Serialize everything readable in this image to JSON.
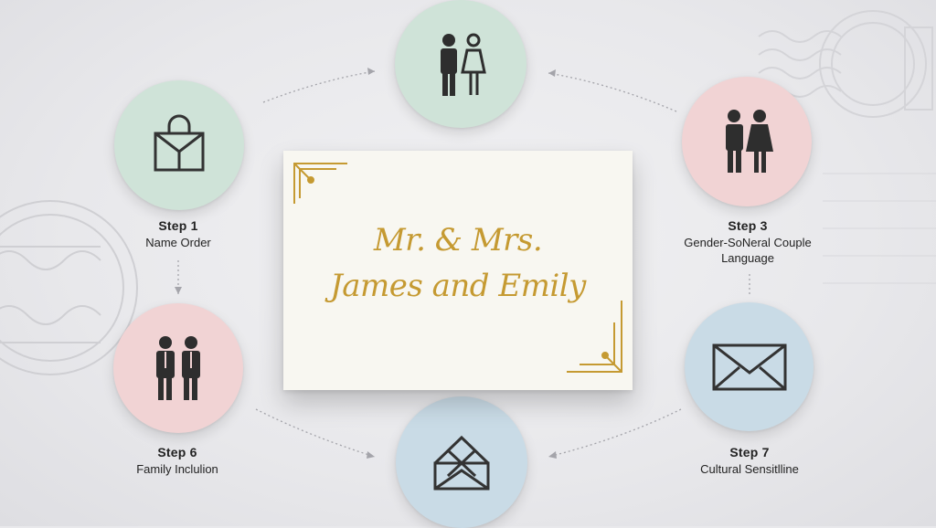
{
  "card": {
    "line1": "Mr. & Mrs.",
    "line2": "James and Emily"
  },
  "steps": [
    {
      "num": "Step 1",
      "label": "Name Order"
    },
    {
      "num": "Step 3",
      "label": "Gender-SoNeral Couple Language"
    },
    {
      "num": "Step 6",
      "label": "Family Inclulion"
    },
    {
      "num": "Step 7",
      "label": "Cultural Sensitlline"
    }
  ],
  "nodes": [
    {
      "id": "top",
      "color": "#cfe3d8",
      "icon": "couple-icon"
    },
    {
      "id": "step1",
      "color": "#cfe3d8",
      "icon": "bag-envelope-icon"
    },
    {
      "id": "step3",
      "color": "#f1d3d4",
      "icon": "couple-icon"
    },
    {
      "id": "step6",
      "color": "#f1d3d4",
      "icon": "two-men-icon"
    },
    {
      "id": "step7",
      "color": "#c9dbe6",
      "icon": "envelope-icon"
    },
    {
      "id": "bottom",
      "color": "#c9dbe6",
      "icon": "geometric-envelope-icon"
    }
  ],
  "colors": {
    "gold": "#c59a32",
    "ink": "#333333"
  }
}
